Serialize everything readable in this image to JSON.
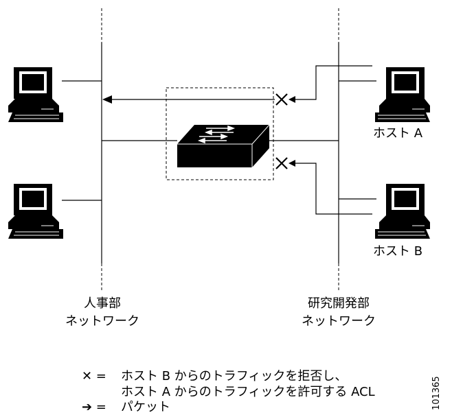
{
  "labels": {
    "host_a": "ホスト A",
    "host_b": "ホスト B",
    "hr_network_line1": "人事部",
    "hr_network_line2": "ネットワーク",
    "rd_network_line1": "研究開発部",
    "rd_network_line2": "ネットワーク"
  },
  "legend": {
    "x_symbol": "✕ =",
    "x_line1": "ホスト B からのトラフィックを拒否し、",
    "x_line2": "ホスト A からのトラフィックを許可する ACL",
    "arrow_symbol": "➔ =",
    "arrow_text": "パケット"
  },
  "figure_id": "101365"
}
